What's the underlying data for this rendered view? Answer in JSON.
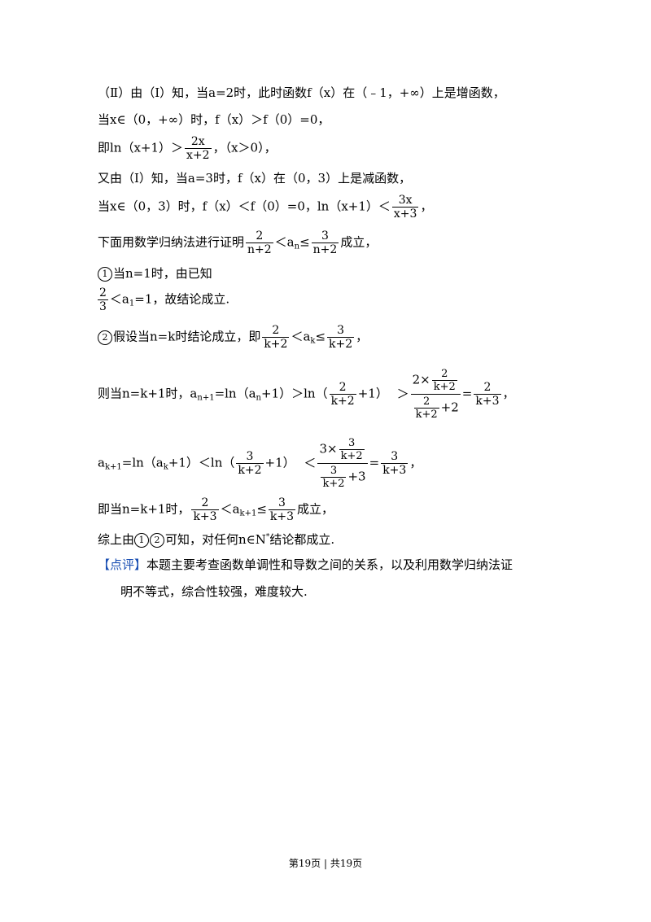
{
  "lines": {
    "l1": "（Ⅱ）由（Ⅰ）知，当a=2时，此时函数f（x）在（﹣1，+∞）上是增函数，",
    "l2": "当x∈（0，+∞）时，f（x）＞f（0）=0，",
    "l3_pre": "即ln（x+1）＞",
    "l3_num": "2x",
    "l3_den": "x+2",
    "l3_post": "，（x＞0），",
    "l4": "又由（Ⅰ）知，当a=3时，f（x）在（0，3）上是减函数，",
    "l5_pre": "当x∈（0，3）时，f（x）＜f（0）=0，ln（x+1）＜",
    "l5_num": "3x",
    "l5_den": "x+3",
    "l5_post": "，",
    "l6_pre": "下面用数学归纳法进行证明",
    "l6_n1": "2",
    "l6_d1": "n+2",
    "l6_mid_a": "＜a",
    "l6_sub": "n",
    "l6_mid_b": "≤",
    "l6_n2": "3",
    "l6_d2": "n+2",
    "l6_post": "成立，",
    "l7_circ": "1",
    "l7_text": "当n=1时，由已知",
    "l8_num": "2",
    "l8_den": "3",
    "l8_mid": "＜a",
    "l8_sub": "1",
    "l8_post": "=1，故结论成立.",
    "l9_circ": "2",
    "l9_pre": "假设当n=k时结论成立，即",
    "l9_n1": "2",
    "l9_d1": "k+2",
    "l9_mid": "＜a",
    "l9_sub": "k",
    "l9_le": "≤",
    "l9_n2": "3",
    "l9_d2": "k+2",
    "l9_post": "，",
    "l10_pre": "则当n=k+1时，a",
    "l10_sub1": "n+1",
    "l10_a": "=ln（a",
    "l10_sub2": "n",
    "l10_b": "+1）＞ln（",
    "l10_fn": "2",
    "l10_fd": "k+2",
    "l10_c": "+1）",
    "l10_gt": "＞",
    "l10_top_pre": "2×",
    "l10_top_n": "2",
    "l10_top_d": "k+2",
    "l10_bot_n": "2",
    "l10_bot_d": "k+2",
    "l10_bot_post": "+2",
    "l10_eq": "=",
    "l10_rn": "2",
    "l10_rd": "k+3",
    "l10_post": "，",
    "l11_pre": "a",
    "l11_sub1": "k+1",
    "l11_a": "=ln（a",
    "l11_sub2": "k",
    "l11_b": "+1）＜ln（",
    "l11_fn": "3",
    "l11_fd": "k+2",
    "l11_c": "+1）",
    "l11_lt": "＜",
    "l11_top_pre": "3×",
    "l11_top_n": "3",
    "l11_top_d": "k+2",
    "l11_bot_n": "3",
    "l11_bot_d": "k+2",
    "l11_bot_post": "+3",
    "l11_eq": "=",
    "l11_rn": "3",
    "l11_rd": "k+3",
    "l11_post": "，",
    "l12_pre": "即当n=k+1时，",
    "l12_n1": "2",
    "l12_d1": "k+3",
    "l12_mid": "＜a",
    "l12_sub": "k+1",
    "l12_le": "≤",
    "l12_n2": "3",
    "l12_d2": "k+3",
    "l12_post": "成立，",
    "l13_pre": "综上由",
    "l13_c1": "1",
    "l13_c2": "2",
    "l13_a": "可知，对任何n∈N",
    "l13_sup": "*",
    "l13_b": "结论都成立.",
    "l14_tag": "【点评】",
    "l14_text": "本题主要考查函数单调性和导数之间的关系，以及利用数学归纳法证",
    "l15_text": "明不等式，综合性较强，难度较大."
  },
  "footer": "第19页 | 共19页"
}
